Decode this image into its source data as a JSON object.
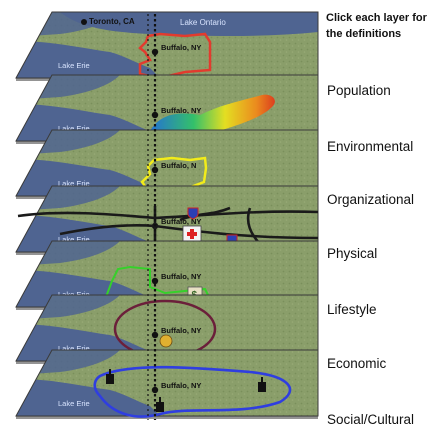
{
  "instructions": "Click each layer for the definitions",
  "map_labels": {
    "toronto": "Toronto, CA",
    "lake_ontario": "Lake Ontario",
    "lake_erie": "Lake Erie",
    "buffalo": "Buffalo, NY"
  },
  "layers": [
    {
      "key": "population",
      "label": "Population",
      "buffalo_label": "Buffalo, NY",
      "show_toronto": true
    },
    {
      "key": "environmental",
      "label": "Environmental",
      "buffalo_label": "Buffalo, NY",
      "show_toronto": false
    },
    {
      "key": "organizational",
      "label": "Organizational",
      "buffalo_label": "Buffalo, N",
      "show_toronto": false
    },
    {
      "key": "physical",
      "label": "Physical",
      "buffalo_label": "Buffalo, NY",
      "show_toronto": false
    },
    {
      "key": "lifestyle",
      "label": "Lifestyle",
      "buffalo_label": "Buffalo, NY",
      "show_toronto": false
    },
    {
      "key": "economic",
      "label": "Economic",
      "buffalo_label": "Buffalo, NY",
      "show_toronto": false
    },
    {
      "key": "social_cultural",
      "label": "Social/Cultural",
      "buffalo_label": "Buffalo, NY",
      "show_toronto": false
    }
  ],
  "colors": {
    "land": "#8a9e6a",
    "lake": "#4f6491",
    "population_outline": "#e23b2e",
    "organizational_outline": "#f2ec1a",
    "lifestyle_outline": "#35d12a",
    "economic_outline": "#6b1f3a",
    "social_outline": "#2f3ee0",
    "roads": "#1a1a1a"
  },
  "icons": [
    "city-dot-icon",
    "interstate-shield-icon",
    "hospital-icon",
    "church-icon",
    "bank-icon",
    "home-icon",
    "crowd-icon"
  ]
}
